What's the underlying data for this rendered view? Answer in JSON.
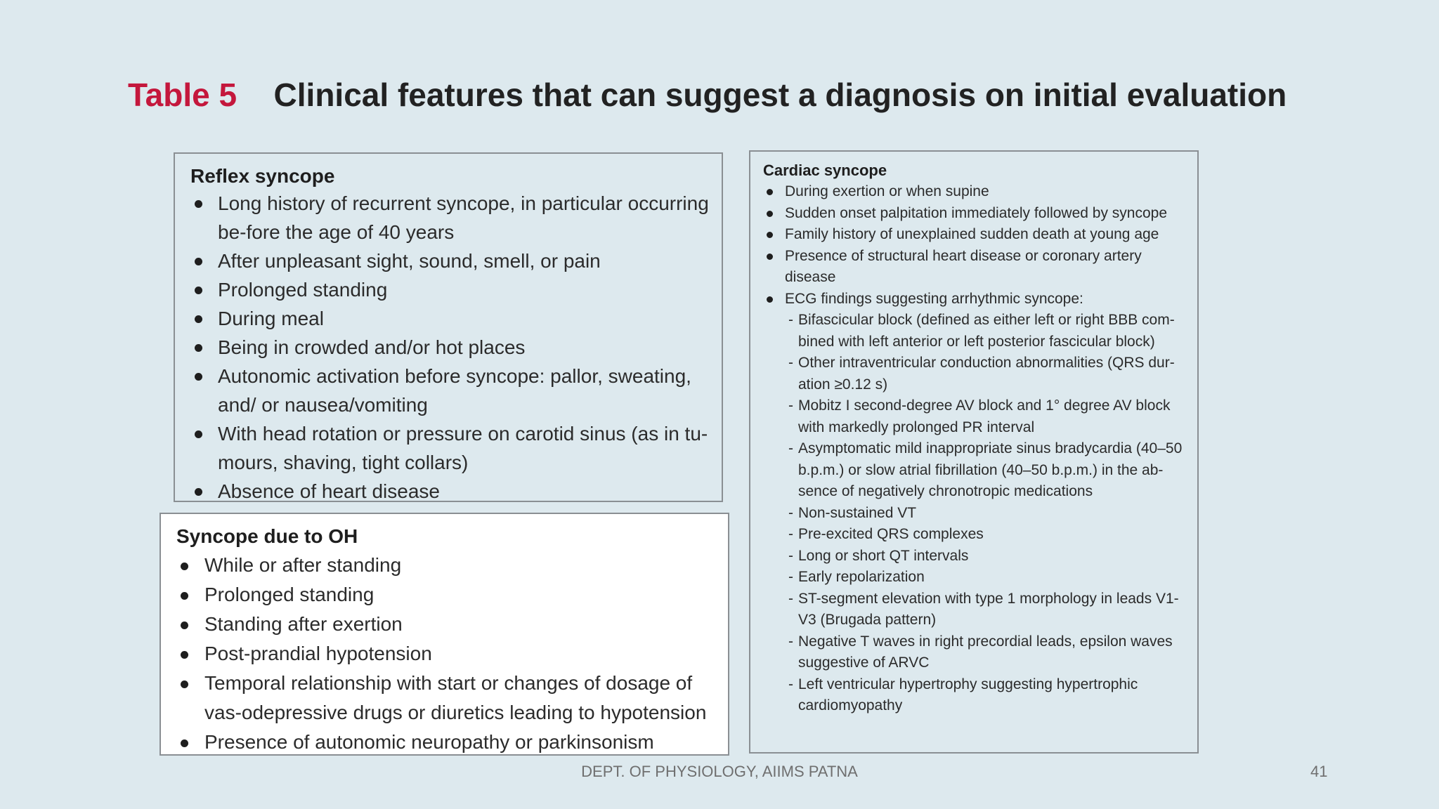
{
  "slide": {
    "table_label": "Table 5",
    "table_title": "Clinical features that can suggest a diagnosis on initial evaluation",
    "footer": "DEPT. OF PHYSIOLOGY, AIIMS PATNA",
    "page_number": "41"
  },
  "reflex": {
    "heading": "Reflex syncope",
    "items": [
      "Long history of recurrent syncope, in particular occurring be-fore the age of 40 years",
      "After unpleasant sight, sound, smell, or pain",
      "Prolonged standing",
      "During meal",
      "Being in crowded and/or hot places",
      "Autonomic activation before syncope: pallor, sweating, and/ or nausea/vomiting",
      "With head rotation or pressure on carotid sinus (as in tu-mours, shaving, tight collars)",
      "Absence of heart disease"
    ]
  },
  "oh": {
    "heading": "Syncope due to OH",
    "items": [
      "While or after standing",
      "Prolonged standing",
      "Standing after exertion",
      "Post-prandial hypotension",
      "Temporal relationship with start or changes of dosage of vas-odepressive drugs or diuretics leading to hypotension",
      "Presence of autonomic neuropathy or parkinsonism"
    ]
  },
  "cardiac": {
    "heading": "Cardiac syncope",
    "items": [
      "During exertion or when supine",
      "Sudden onset palpitation immediately followed by syncope",
      "Family history of unexplained sudden death at young age",
      "Presence of structural heart disease or coronary artery disease",
      "ECG findings suggesting arrhythmic syncope:"
    ],
    "ecg_findings": [
      "Bifascicular block (defined as either left or right BBB com-bined with left anterior or left posterior fascicular block)",
      "Other intraventricular conduction abnormalities (QRS dur-ation ≥0.12 s)",
      "Mobitz I second-degree AV block and 1° degree AV block with markedly prolonged PR interval",
      "Asymptomatic mild inappropriate sinus bradycardia (40–50 b.p.m.) or slow atrial fibrillation (40–50 b.p.m.) in the ab-sence of negatively chronotropic medications",
      "Non-sustained VT",
      "Pre-excited QRS complexes",
      "Long or short QT intervals",
      "Early repolarization",
      "ST-segment elevation with type 1 morphology in leads V1-V3 (Brugada pattern)",
      "Negative T waves in right precordial leads, epsilon waves suggestive of ARVC",
      "Left ventricular hypertrophy suggesting hypertrophic cardiomyopathy"
    ]
  }
}
